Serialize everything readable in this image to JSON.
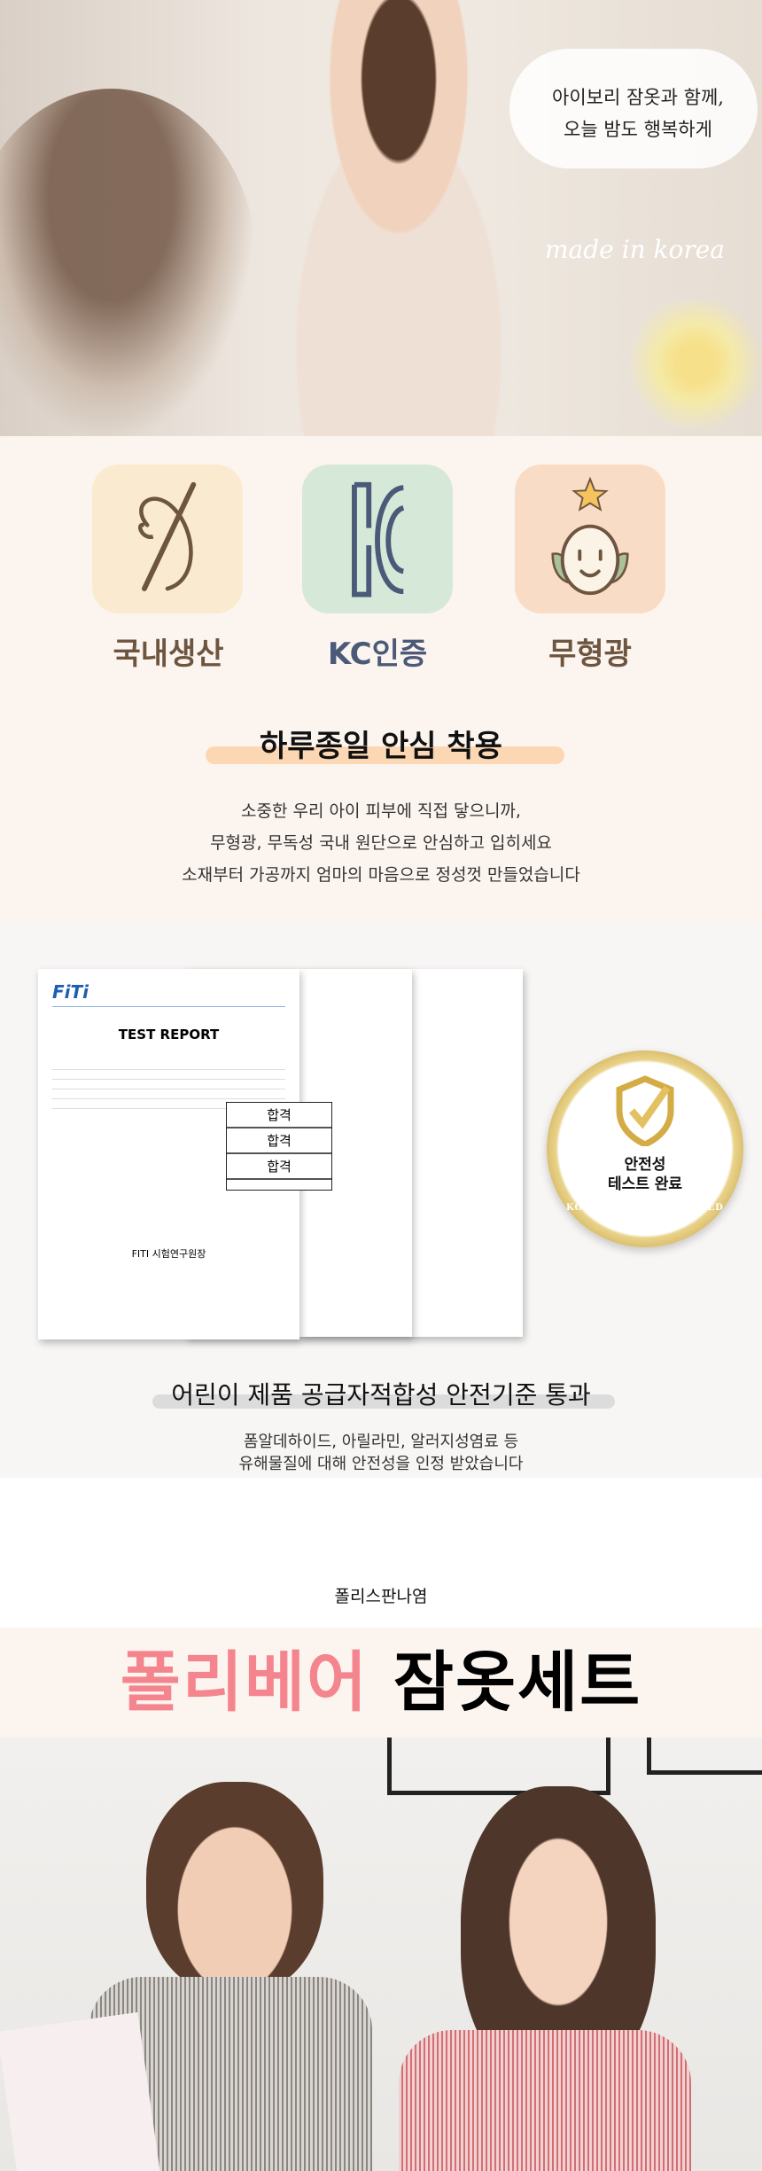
{
  "hero": {
    "bubble_line1": "아이보리 잠옷과 함께,",
    "bubble_line2": "오늘 밤도 행복하게",
    "made_in": "made in korea"
  },
  "features": [
    {
      "label": "국내생산",
      "icon": "needle-thread-icon",
      "bg": "#faebd0",
      "color": "#6e5540"
    },
    {
      "label": "KC인증",
      "icon": "kc-mark-icon",
      "bg": "#d6e9d8",
      "color": "#4a5a78"
    },
    {
      "label": "무형광",
      "icon": "smile-face-icon",
      "bg": "#f9dcc6",
      "color": "#6e5540"
    }
  ],
  "safety": {
    "title": "하루종일 안심 착용",
    "lines": [
      "소중한 우리 아이 피부에 직접 닿으니까,",
      "무형광, 무독성 국내 원단으로 안심하고 입히세요",
      "소재부터 가공까지 엄마의 마음으로 정성껏 만들었습니다"
    ]
  },
  "report": {
    "logo": "FiTi",
    "doc_title": "TEST REPORT",
    "results": [
      "합격",
      "합격",
      "합격"
    ],
    "institute": "FITI 시험연구원장",
    "badge_line1": "안전성",
    "badge_line2": "테스트 완료",
    "badge_ring": "KOREA SAFETY CERTIFIED",
    "heading": "어린이 제품 공급자적합성 안전기준 통과",
    "lines": [
      "폼알데하이드, 아릴라민, 알러지성염료 등",
      "유해물질에 대해 안전성을 인정 받았습니다"
    ]
  },
  "product": {
    "fabric": "폴리스판나염",
    "name_pink": "폴리베어",
    "name_black": "잠옷세트",
    "pink": "#f4858e"
  }
}
